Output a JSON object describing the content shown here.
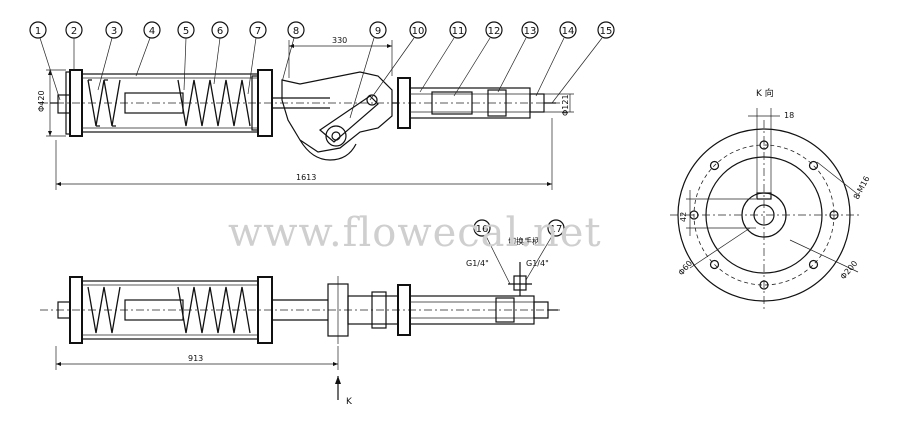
{
  "watermark": "www.flowecal.net",
  "part_numbers": [
    "1",
    "2",
    "3",
    "4",
    "5",
    "6",
    "7",
    "8",
    "9",
    "10",
    "11",
    "12",
    "13",
    "14",
    "15",
    "16",
    "17"
  ],
  "dimensions": {
    "d420": "Φ420",
    "len330": "330",
    "len1613": "1613",
    "d121": "Φ121",
    "len913": "913",
    "len18": "18",
    "len42": "42",
    "d60": "Φ60",
    "d200": "Φ200",
    "bolts": "8-M16"
  },
  "labels": {
    "view_k": "K 向",
    "arrow_k": "K",
    "port_left": "G1/4\"",
    "port_right": "G1/4\"",
    "manual_switch": "切换手柄"
  }
}
